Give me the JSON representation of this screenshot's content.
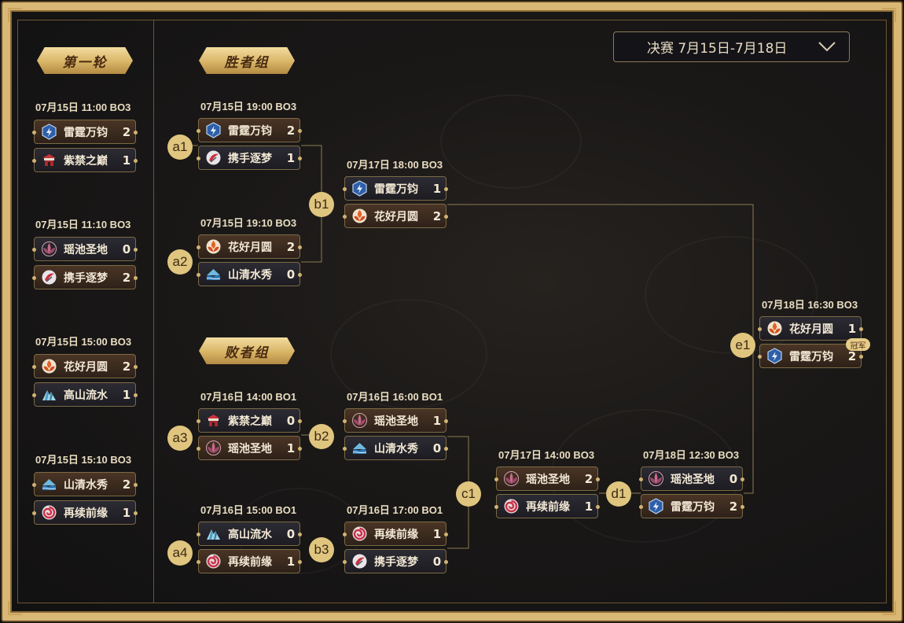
{
  "banners": {
    "round1": "第一轮",
    "winners": "胜者组",
    "losers": "败者组"
  },
  "date_selector": {
    "value": "决赛 7月15日-7月18日",
    "icon": "chevron-down-icon"
  },
  "champion_badge": "冠军",
  "colors": {
    "gold": "#e0c57f",
    "frame": "#d9b774",
    "win_bg": "#3e2c20",
    "lose_bg": "#26252c",
    "line": "#8d7a52"
  },
  "round1": [
    {
      "time": "07月15日 11:00 BO3",
      "teams": [
        {
          "name": "雷霆万钧",
          "score": "2",
          "icon": "thunder-icon"
        },
        {
          "name": "紫禁之巅",
          "score": "1",
          "icon": "palace-icon"
        }
      ]
    },
    {
      "time": "07月15日 11:10 BO3",
      "teams": [
        {
          "name": "瑶池圣地",
          "score": "0",
          "icon": "lotus-icon"
        },
        {
          "name": "携手逐梦",
          "score": "2",
          "icon": "dream-icon"
        }
      ]
    },
    {
      "time": "07月15日 15:00 BO3",
      "teams": [
        {
          "name": "花好月圆",
          "score": "2",
          "icon": "flower-icon"
        },
        {
          "name": "高山流水",
          "score": "1",
          "icon": "mountain-icon"
        }
      ]
    },
    {
      "time": "07月15日 15:10 BO3",
      "teams": [
        {
          "name": "山清水秀",
          "score": "2",
          "icon": "water-icon"
        },
        {
          "name": "再续前缘",
          "score": "1",
          "icon": "swirl-icon"
        }
      ]
    }
  ],
  "matches": {
    "a1": {
      "label": "a1",
      "time": "07月15日 19:00 BO3",
      "teams": [
        {
          "name": "雷霆万钧",
          "score": "2",
          "icon": "thunder-icon"
        },
        {
          "name": "携手逐梦",
          "score": "1",
          "icon": "dream-icon"
        }
      ]
    },
    "a2": {
      "label": "a2",
      "time": "07月15日 19:10 BO3",
      "teams": [
        {
          "name": "花好月圆",
          "score": "2",
          "icon": "flower-icon"
        },
        {
          "name": "山清水秀",
          "score": "0",
          "icon": "water-icon"
        }
      ]
    },
    "b1": {
      "label": "b1",
      "time": "07月17日 18:00 BO3",
      "teams": [
        {
          "name": "雷霆万钧",
          "score": "1",
          "icon": "thunder-icon"
        },
        {
          "name": "花好月圆",
          "score": "2",
          "icon": "flower-icon"
        }
      ]
    },
    "a3": {
      "label": "a3",
      "time": "07月16日 14:00 BO1",
      "teams": [
        {
          "name": "紫禁之巅",
          "score": "0",
          "icon": "palace-icon"
        },
        {
          "name": "瑶池圣地",
          "score": "1",
          "icon": "lotus-icon"
        }
      ]
    },
    "a4": {
      "label": "a4",
      "time": "07月16日 15:00 BO1",
      "teams": [
        {
          "name": "高山流水",
          "score": "0",
          "icon": "mountain-icon"
        },
        {
          "name": "再续前缘",
          "score": "1",
          "icon": "swirl-icon"
        }
      ]
    },
    "b2": {
      "label": "b2",
      "time": "07月16日 16:00 BO1",
      "teams": [
        {
          "name": "瑶池圣地",
          "score": "1",
          "icon": "lotus-icon"
        },
        {
          "name": "山清水秀",
          "score": "0",
          "icon": "water-icon"
        }
      ]
    },
    "b3": {
      "label": "b3",
      "time": "07月16日 17:00 BO1",
      "teams": [
        {
          "name": "再续前缘",
          "score": "1",
          "icon": "swirl-icon"
        },
        {
          "name": "携手逐梦",
          "score": "0",
          "icon": "dream-icon"
        }
      ]
    },
    "c1": {
      "label": "c1",
      "time": "07月17日 14:00 BO3",
      "teams": [
        {
          "name": "瑶池圣地",
          "score": "2",
          "icon": "lotus-icon"
        },
        {
          "name": "再续前缘",
          "score": "1",
          "icon": "swirl-icon"
        }
      ]
    },
    "d1": {
      "label": "d1",
      "time": "07月18日 12:30 BO3",
      "teams": [
        {
          "name": "瑶池圣地",
          "score": "0",
          "icon": "lotus-icon"
        },
        {
          "name": "雷霆万钧",
          "score": "2",
          "icon": "thunder-icon"
        }
      ]
    },
    "e1": {
      "label": "e1",
      "time": "07月18日 16:30 BO3",
      "teams": [
        {
          "name": "花好月圆",
          "score": "1",
          "icon": "flower-icon"
        },
        {
          "name": "雷霆万钧",
          "score": "2",
          "icon": "thunder-icon"
        }
      ]
    }
  }
}
